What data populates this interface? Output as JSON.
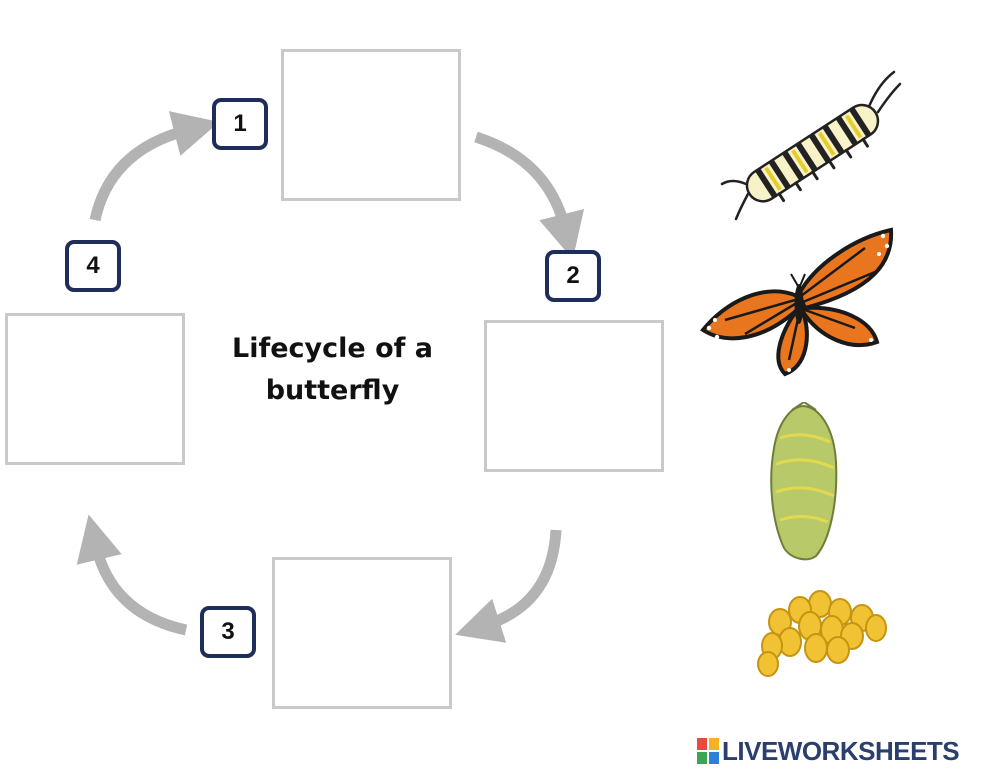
{
  "worksheet": {
    "title": "Lifecycle of a butterfly",
    "steps": [
      {
        "number": "1"
      },
      {
        "number": "2"
      },
      {
        "number": "3"
      },
      {
        "number": "4"
      }
    ]
  },
  "images": [
    {
      "name": "caterpillar"
    },
    {
      "name": "butterfly"
    },
    {
      "name": "chrysalis"
    },
    {
      "name": "eggs"
    }
  ],
  "branding": {
    "logo_letters": "LIVE",
    "text": "LIVEWORKSHEETS"
  },
  "colors": {
    "badge_border": "#1f2d5a",
    "box_border": "#c9c9c9",
    "arrow": "#b3b3b3",
    "brand": "#2a3f6e"
  }
}
